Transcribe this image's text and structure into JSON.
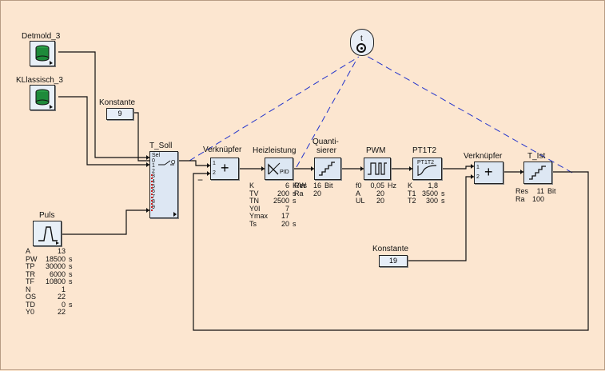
{
  "sources": {
    "detmold": "Detmold_3",
    "klassisch": "KLlassisch_3",
    "konst1": {
      "label": "Konstante",
      "value": "9"
    },
    "konst2": {
      "label": "Konstante",
      "value": "19"
    },
    "puls": {
      "label": "Puls",
      "params": [
        [
          "A",
          "13",
          ""
        ],
        [
          "PW",
          "18500",
          "s"
        ],
        [
          "TP",
          "30000",
          "s"
        ],
        [
          "TR",
          "6000",
          "s"
        ],
        [
          "TF",
          "10800",
          "s"
        ],
        [
          "N",
          "1",
          ""
        ],
        [
          "OS",
          "22",
          ""
        ],
        [
          "TD",
          "0",
          "s"
        ],
        [
          "Y0",
          "22",
          ""
        ]
      ]
    }
  },
  "selector": {
    "label": "T_Soll",
    "sel": "Sel",
    "ports": [
      "0",
      "1",
      "2",
      "3",
      "4",
      "5",
      "6",
      "7",
      "8",
      "9"
    ],
    "out": "O"
  },
  "sum1": {
    "label": "Verknüpfer",
    "in1": "1",
    "in2": "2",
    "sign": "−"
  },
  "heiz": {
    "label": "Heizleistung",
    "params": [
      [
        "K",
        "6",
        "K/W"
      ],
      [
        "TV",
        "200",
        "s"
      ],
      [
        "TN",
        "2500",
        "s"
      ],
      [
        "Y0I",
        "7",
        ""
      ],
      [
        "Ymax",
        "17",
        ""
      ],
      [
        "Ts",
        "20",
        "s"
      ]
    ],
    "extra": "Res",
    "extra2": "Ra"
  },
  "quant": {
    "label1": "Quanti-",
    "label2": "sierer",
    "params": [
      [
        "Res",
        "16",
        "Bit"
      ],
      [
        "Ra",
        "20",
        ""
      ]
    ]
  },
  "pwm": {
    "label": "PWM",
    "params": [
      [
        "f0",
        "0,05",
        "Hz"
      ],
      [
        "A",
        "20",
        ""
      ],
      [
        "UL",
        "20",
        ""
      ]
    ]
  },
  "pt": {
    "label": "PT1T2",
    "inner": "PT1T2",
    "params": [
      [
        "K",
        "1,8",
        ""
      ],
      [
        "T1",
        "3500",
        "s"
      ],
      [
        "T2",
        "300",
        "s"
      ]
    ]
  },
  "sum2": {
    "label": "Verknüpfer",
    "in1": "1",
    "in2": "2"
  },
  "tist": {
    "label": "T_Ist",
    "params": [
      [
        "Res",
        "11",
        "Bit"
      ],
      [
        "Ra",
        "100",
        ""
      ]
    ]
  },
  "clock": {
    "label": "t"
  },
  "colors": {
    "background": "#fce6d0",
    "wire": "#111111",
    "signal_line": "#2233cc",
    "db_green": "#1e8a3a",
    "block_fill": "#dde7f3"
  }
}
